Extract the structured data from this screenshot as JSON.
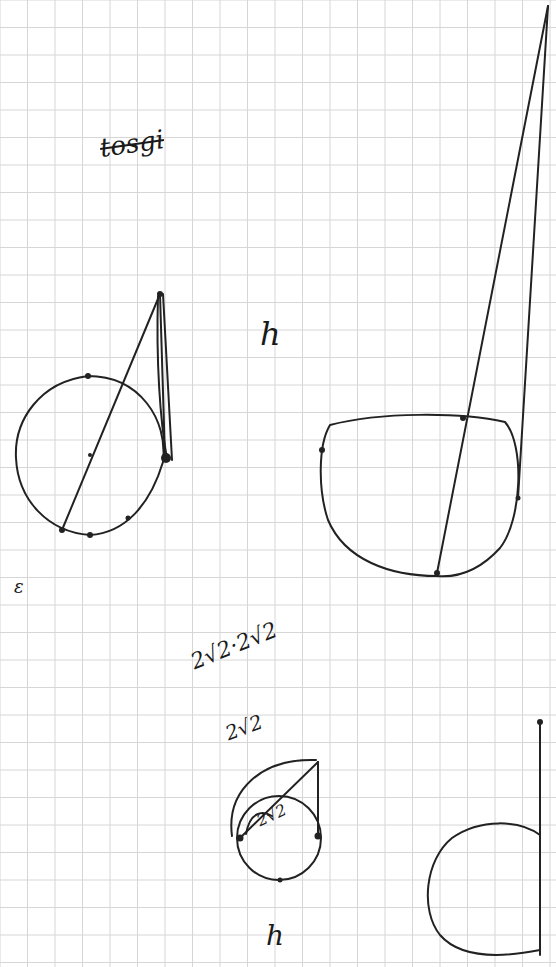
{
  "diagram": {
    "labels": [
      "tosgi",
      "h",
      "ε",
      "2√2·2√2",
      "2√2",
      "2√2",
      "h"
    ]
  }
}
